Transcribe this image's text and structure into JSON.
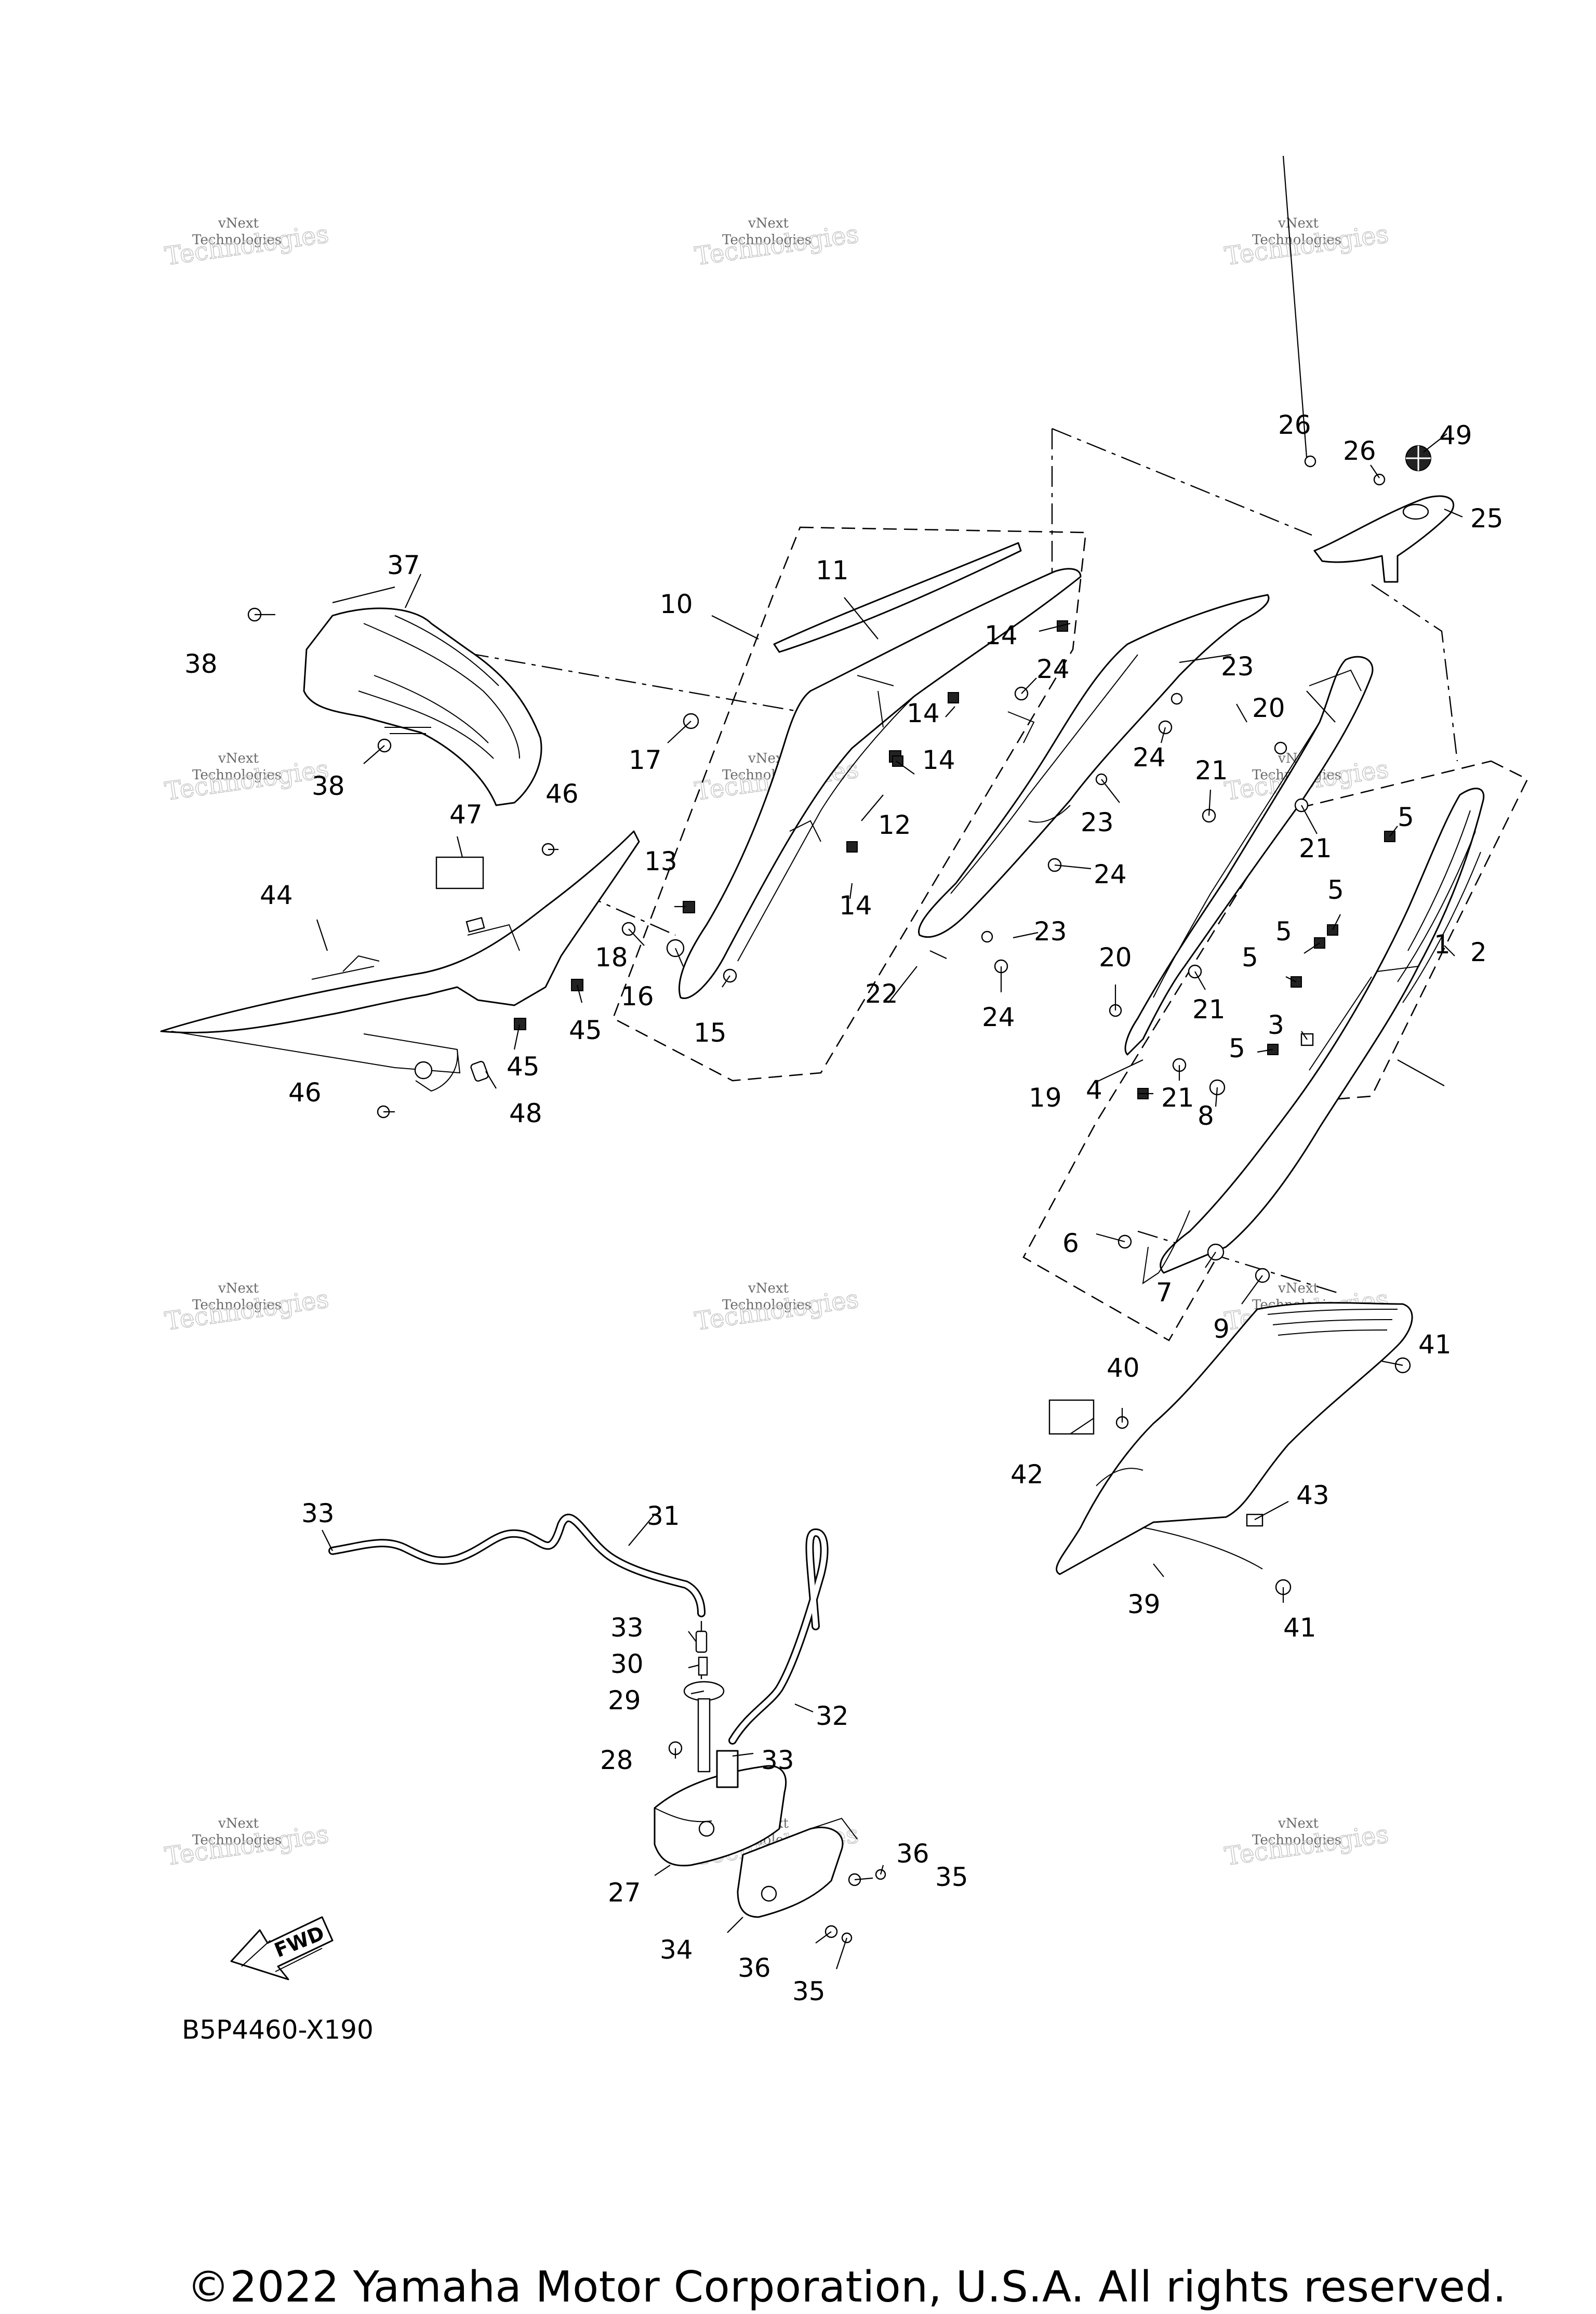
{
  "diagram_code": "B5P4460-X190",
  "copyright": "©2022 Yamaha Motor Corporation, U.S.A. All rights reserved.",
  "fwd_label": "FWD",
  "watermark": {
    "line1": "vNext",
    "line2": "Technologies",
    "big": "Technologies"
  },
  "callouts": {
    "c1": "1",
    "c2": "2",
    "c3": "3",
    "c4": "4",
    "c5a": "5",
    "c5b": "5",
    "c5c": "5",
    "c5d": "5",
    "c5e": "5",
    "c6": "6",
    "c7": "7",
    "c8": "8",
    "c9": "9",
    "c10": "10",
    "c11": "11",
    "c12": "12",
    "c13": "13",
    "c14a": "14",
    "c14b": "14",
    "c14c": "14",
    "c14d": "14",
    "c15": "15",
    "c16": "16",
    "c17": "17",
    "c18": "18",
    "c19": "19",
    "c20a": "20",
    "c20b": "20",
    "c21a": "21",
    "c21b": "21",
    "c21c": "21",
    "c21d": "21",
    "c22": "22",
    "c23a": "23",
    "c23b": "23",
    "c23c": "23",
    "c24a": "24",
    "c24b": "24",
    "c24c": "24",
    "c24d": "24",
    "c25": "25",
    "c26a": "26",
    "c26b": "26",
    "c27": "27",
    "c28": "28",
    "c29": "29",
    "c30": "30",
    "c31": "31",
    "c32": "32",
    "c33a": "33",
    "c33b": "33",
    "c33c": "33",
    "c34": "34",
    "c35a": "35",
    "c35b": "35",
    "c36a": "36",
    "c36b": "36",
    "c37": "37",
    "c38a": "38",
    "c38b": "38",
    "c39": "39",
    "c40": "40",
    "c41a": "41",
    "c41b": "41",
    "c42": "42",
    "c43": "43",
    "c44": "44",
    "c45a": "45",
    "c45b": "45",
    "c46a": "46",
    "c46b": "46",
    "c47": "47",
    "c48": "48",
    "c49": "49"
  }
}
